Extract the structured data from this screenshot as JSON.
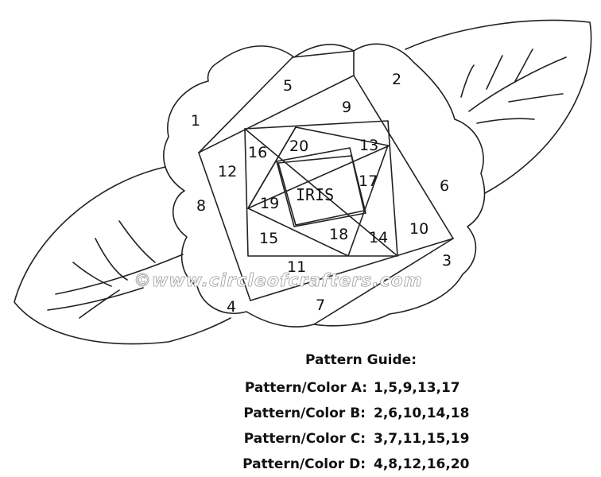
{
  "pattern": {
    "center_label": "IRIS",
    "piece_numbers": [
      "1",
      "2",
      "3",
      "4",
      "5",
      "6",
      "7",
      "8",
      "9",
      "10",
      "11",
      "12",
      "13",
      "14",
      "15",
      "16",
      "17",
      "18",
      "19",
      "20"
    ]
  },
  "watermark": "©www.circleofcrafters.com",
  "guide": {
    "title": "Pattern Guide:",
    "rows": [
      {
        "label": "Pattern/Color A:",
        "pieces": "1,5,9,13,17"
      },
      {
        "label": "Pattern/Color B:",
        "pieces": "2,6,10,14,18"
      },
      {
        "label": "Pattern/Color C:",
        "pieces": "3,7,11,15,19"
      },
      {
        "label": "Pattern/Color D:",
        "pieces": "4,8,12,16,20"
      }
    ]
  }
}
